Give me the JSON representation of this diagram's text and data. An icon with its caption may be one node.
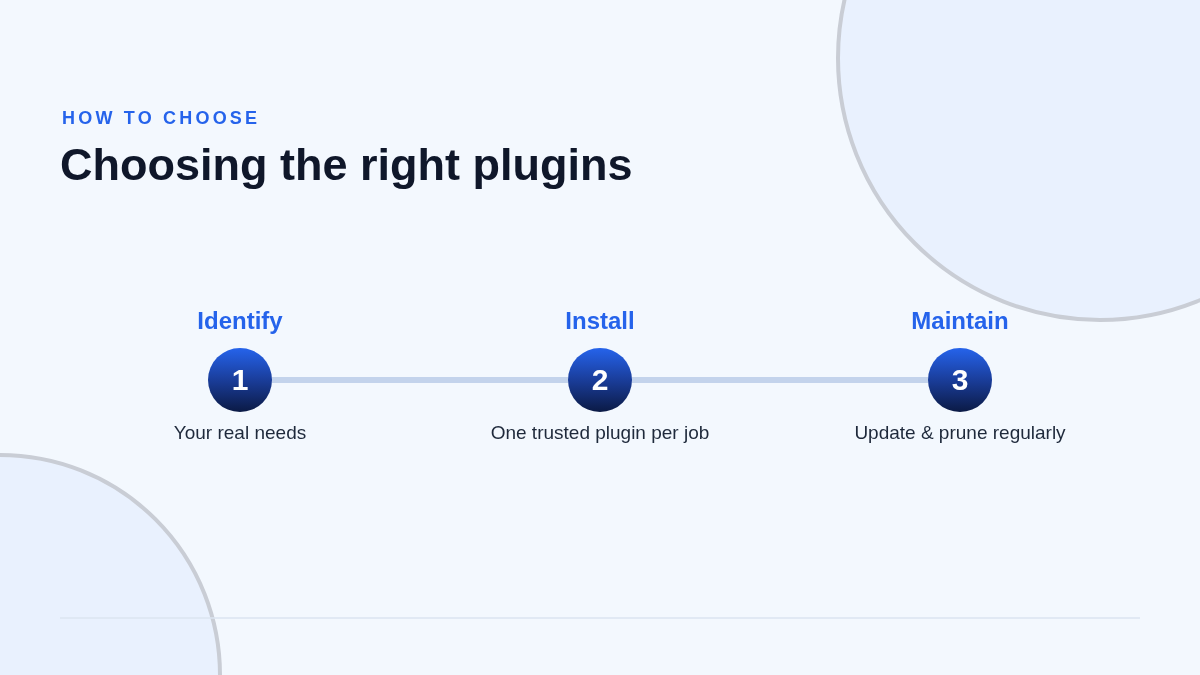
{
  "diagram": {
    "title": "Choosing the right plugins",
    "nodes": [
      {
        "text": [
          "1"
        ],
        "beside": [
          "Identify",
          "Your real needs"
        ]
      },
      {
        "text": [
          "2"
        ],
        "beside": [
          "Install",
          "One trusted plugin per job"
        ]
      },
      {
        "text": [
          "3"
        ],
        "beside": [
          "Maintain",
          "Update & prune regularly"
        ]
      }
    ],
    "edges": [
      {
        "from": 0,
        "to": 1,
        "arrow": "none"
      },
      {
        "from": 1,
        "to": 2,
        "arrow": "none"
      }
    ],
    "labels": [
      "HOW TO CHOOSE"
    ]
  }
}
